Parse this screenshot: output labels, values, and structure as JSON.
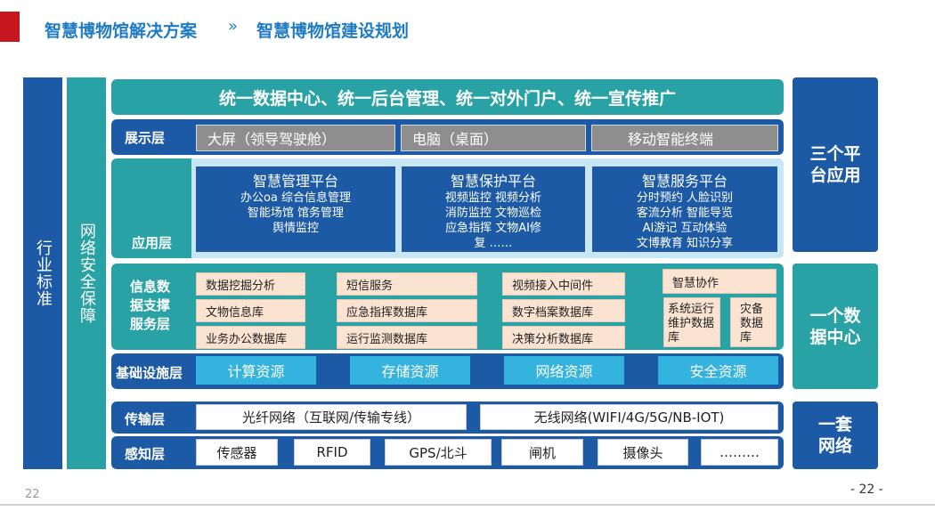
{
  "header": {
    "breadcrumb_main": "智慧博物馆解决方案",
    "separator": "»",
    "title": "智慧博物馆建设规划"
  },
  "left_columns": {
    "industry_standard": "行业标准",
    "network_security": "网络安全保障"
  },
  "banner": "统一数据中心、统一后台管理、统一对外门户、统一宣传推广",
  "display_layer": {
    "label": "展示层",
    "items": [
      "大屏（领导驾驶舱）",
      "电脑（桌面）",
      "移动智能终端"
    ]
  },
  "app_layer": {
    "label": "应用层",
    "platforms": [
      {
        "title": "智慧管理平台",
        "lines": [
          "办公oa  综合信息管理",
          "智能场馆    馆务管理",
          "舆情监控"
        ]
      },
      {
        "title": "智慧保护平台",
        "lines": [
          "视频监控  视频分析",
          "消防监控  文物巡检",
          "应急指挥  文物AI修",
          "复      ……"
        ]
      },
      {
        "title": "智慧服务平台",
        "lines": [
          "分时预约  人脸识别",
          "客流分析  智能导览",
          "AI游记    互动体验",
          "文博教育  知识分享"
        ]
      }
    ]
  },
  "data_layer": {
    "label_lines": [
      "信息数",
      "据支撑",
      "服务层"
    ],
    "col1": [
      "数据挖掘分析",
      "文物信息库",
      "业务办公数据库"
    ],
    "col2": [
      "短信服务",
      "应急指挥数据库",
      "运行监测数据库"
    ],
    "col3": [
      "视频接入中间件",
      "数字档案数据库",
      "决策分析数据库"
    ],
    "collab": "智慧协作",
    "sys_db": "系统运行维护数据库",
    "backup_db": "灾备数据库"
  },
  "infra_layer": {
    "label": "基础设施层",
    "items": [
      "计算资源",
      "存储资源",
      "网络资源",
      "安全资源"
    ]
  },
  "transport_layer": {
    "label": "传输层",
    "items": [
      "光纤网络（互联网/传输专线）",
      "无线网络(WIFI/4G/5G/NB-IOT)"
    ]
  },
  "perception_layer": {
    "label": "感知层",
    "items": [
      "传感器",
      "RFID",
      "GPS/北斗",
      "闸机",
      "摄像头",
      "………"
    ]
  },
  "right_boxes": [
    "三个平台应用",
    "一个数据中心",
    "一套网络"
  ],
  "page": {
    "left": "22",
    "right": "- 22 -"
  },
  "colors": {
    "dark_blue": "#1c5aa6",
    "teal": "#29a2a5",
    "light_blue": "#34b3df",
    "brand_red": "#c8161e"
  }
}
